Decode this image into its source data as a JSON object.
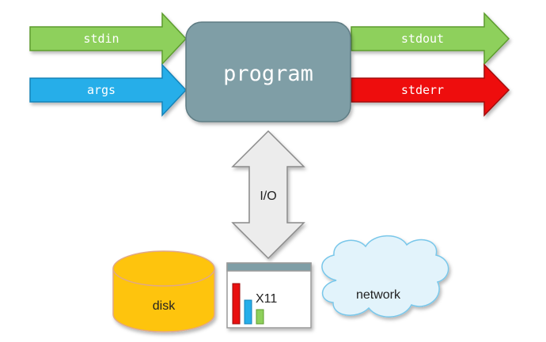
{
  "program": {
    "label": "program",
    "fill": "#7f9ea6"
  },
  "inputs": {
    "stdin": {
      "label": "stdin",
      "fill": "#8ed05b"
    },
    "args": {
      "label": "args",
      "fill": "#26aee9"
    }
  },
  "outputs": {
    "stdout": {
      "label": "stdout",
      "fill": "#8ed05b"
    },
    "stderr": {
      "label": "stderr",
      "fill": "#ee1111"
    }
  },
  "io": {
    "label": "I/O",
    "fill": "#ececec"
  },
  "devices": {
    "disk": {
      "label": "disk",
      "fill": "#fec40a"
    },
    "x11": {
      "label": "X11",
      "icon": "bar-chart-window-icon"
    },
    "network": {
      "label": "network",
      "fill": "#e2f3fb"
    }
  }
}
